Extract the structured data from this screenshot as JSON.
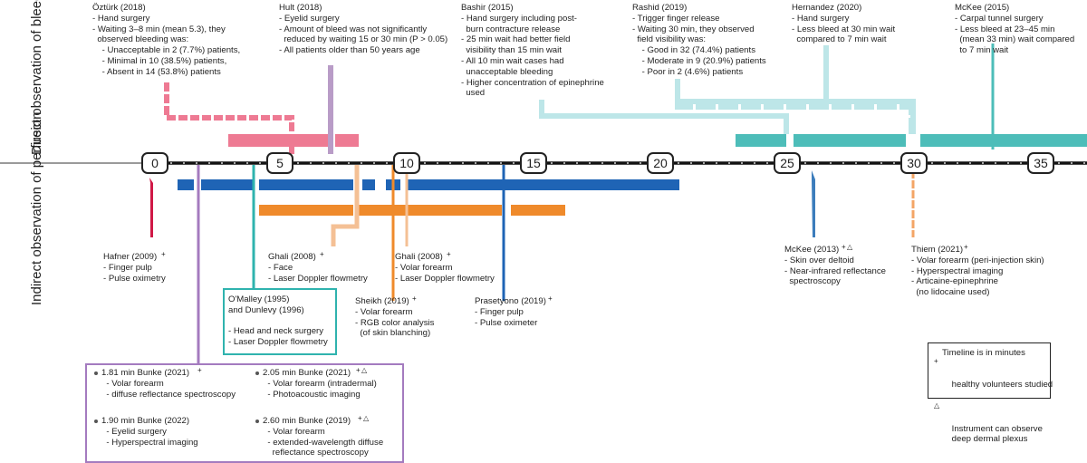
{
  "axis_titles": {
    "top": "Direct observation\nof bleeding",
    "bottom": "Indirect observation\nof perfusion"
  },
  "ticks": [
    "0",
    "5",
    "10",
    "15",
    "20",
    "25",
    "30",
    "35"
  ],
  "colors": {
    "pink": "#EE7A93",
    "lavender": "#B99CC7",
    "lightcyan": "#BDE6E8",
    "teal": "#4DBDB9",
    "crimson": "#D01846",
    "purple": "#A47BBF",
    "tealbox": "#2FB3AE",
    "peach": "#F4C095",
    "orange": "#EF8A2B",
    "blue": "#1F64B5",
    "steel": "#3C7DBC",
    "lightorange": "#F3A566",
    "gray": "#9a9a9a"
  },
  "top_annotations": {
    "ozturk": "Öztürk (2018)\n- Hand surgery\n- Waiting 3–8 min (mean 5.3), they\n  observed bleeding was:\n    - Unacceptable in 2 (7.7%) patients,\n    - Minimal in 10 (38.5%) patients,\n    - Absent in 14 (53.8%) patients",
    "hult": "Hult (2018)\n- Eyelid surgery\n- Amount of bleed was not significantly\n  reduced by waiting 15 or 30 min (P > 0.05)\n- All patients older than 50 years age",
    "bashir": "Bashir (2015)\n- Hand surgery including post-\n  burn contracture release\n- 25 min wait had better field\n  visibility than 15 min wait\n- All 10 min wait cases had\n  unacceptable bleeding\n- Higher concentration of epinephrine\n  used",
    "rashid": "Rashid (2019)\n- Trigger finger release\n- Waiting 30 min, they observed\n  field visibility was:\n    - Good in 32 (74.4%) patients\n    - Moderate in 9 (20.9%) patients\n    - Poor in 2 (4.6%) patients",
    "hernandez": "Hernandez (2020)\n- Hand surgery\n- Less bleed at 30 min wait\n  compared to 7 min wait",
    "mckee2015": "McKee (2015)\n- Carpal tunnel surgery\n- Less bleed at 23–45 min\n  (mean 33 min) wait compared\n  to 7 min wait"
  },
  "bottom_annotations": {
    "hafner": "Hafner (2009)\n- Finger pulp\n- Pulse oximetry",
    "ghali_face": "Ghali (2008)\n- Face\n- Laser Doppler flowmetry",
    "ghali_forearm": "Ghali (2008)\n- Volar forearm\n- Laser Doppler flowmetry",
    "omalley": "O'Malley (1995)\nand Dunlevy (1996)\n\n- Head and neck surgery\n- Laser Doppler flowmetry",
    "sheikh": "Sheikh (2019)\n- Volar forearm\n- RGB color analysis\n  (of skin blanching)",
    "prasetyono": "Prasetyono (2019)\n- Finger pulp\n- Pulse oximeter",
    "mckee2013": "McKee (2013)\n- Skin over deltoid\n- Near-infrared reflectance\n  spectroscopy",
    "thiem": "Thiem (2021)\n- Volar forearm (peri-injection skin)\n- Hyperspectral imaging\n- Articaine-epinephrine\n  (no lidocaine used)"
  },
  "bunke_box": {
    "b1": "1.81 min Bunke (2021)\n  - Volar forearm\n  - diffuse reflectance spectroscopy",
    "b2": "2.05 min Bunke (2021)\n  - Volar forearm (intradermal)\n  - Photoacoustic imaging",
    "b3": "1.90 min Bunke (2022)\n  - Eyelid surgery\n  - Hyperspectral imaging",
    "b4": "2.60 min Bunke (2019)\n  - Volar forearm\n  - extended-wavelength diffuse\n    reflectance spectroscopy"
  },
  "markers": {
    "plus": "+",
    "triangle": "△"
  },
  "legend": {
    "line1": "Timeline is in minutes",
    "line2": "healthy volunteers studied",
    "line3": "Instrument can observe\ndeep dermal plexus"
  }
}
